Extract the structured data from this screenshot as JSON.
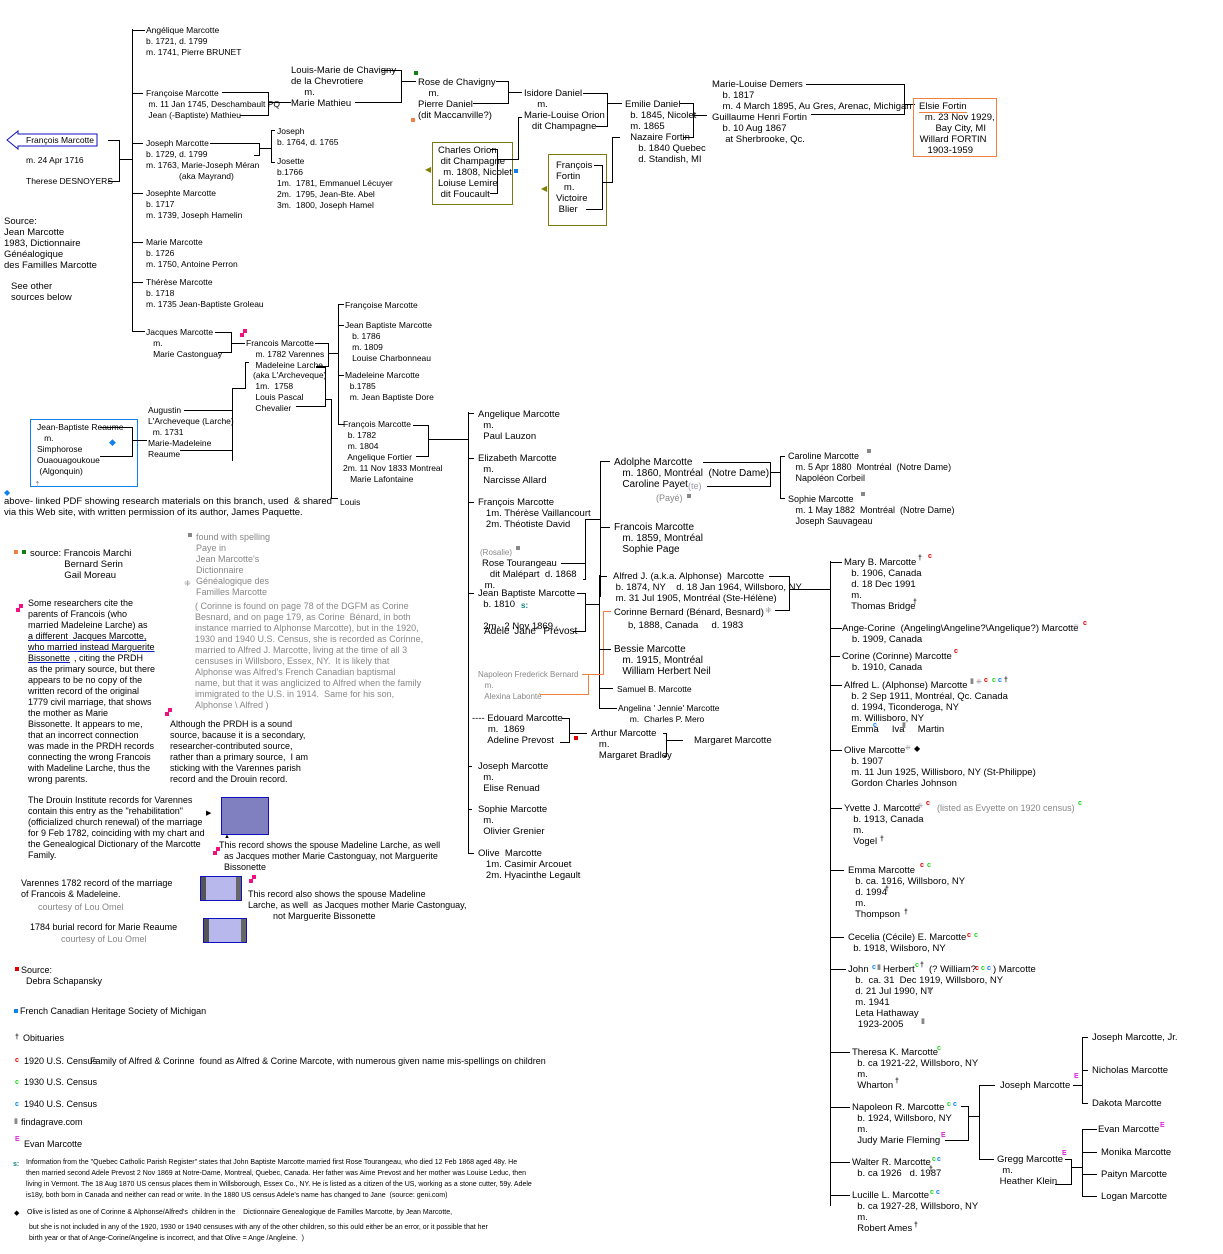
{
  "root": {
    "name": "François Marcotte",
    "marriage": "m. 24 Apr 1716",
    "spouse": "Therese DESNOYERS"
  },
  "source_main": "Source:\nJean Marcotte\n1983, Dictionnaire\nGénéalogique\ndes Familles Marcotte",
  "see_other": "See other\nsources below",
  "gen1": [
    "Angélique Marcotte\nb. 1721, d. 1799\nm. 1741, Pierre BRUNET",
    "Françoise Marcotte\n m. 11 Jan 1745, Deschambault PQ\n Jean (-Baptiste) Mathieu",
    "Joseph Marcotte\nb. 1729, d. 1799\nm. 1763, Marie-Joseph Méran\n              (aka Mayrand)",
    "Josephte Marcotte\nb. 1717\nm. 1739, Joseph Hamelin",
    "Marie Marcotte\nb. 1726\nm. 1750, Antoine Perron",
    "Thérèse Marcotte\nb. 1718\nm. 1735 Jean-Baptiste Groleau",
    "Jacques Marcotte\n   m.\n   Marie Castonguay"
  ],
  "joseph_children": [
    "Joseph\nb. 1764, d. 1765",
    "Josette\nb.1766\n1m.  1781, Emmanuel Lécuyer\n2m.  1795, Jean-Bte. Abel\n3m.  1800, Joseph Hamel"
  ],
  "chavigny": {
    "lm": "Louis-Marie de Chavigny\nde la Chevrotiere\n     m.\nMarie Mathieu",
    "rose": "Rose de Chavigny\n    m.\nPierre Daniel\n(dit Maccanville?)",
    "isidore": "Isidore Daniel\n     m.\nMarie-Louise Orion\n   dit Champagne",
    "charles": "Charles Orion\n dit Champagne\n  m. 1808, Nicolet\nLoiuse Lemire\n dit Foucault",
    "francois_fortin": "François\nFortin\n   m.\nVictoire\n Blier",
    "emilie": "Emilie Daniel\n  b. 1845, Nicolet\n  m. 1865\n  Nazaire Fortin\n     b. 1840 Quebec\n     d. Standish, MI",
    "demers": "Marie-Louise Demers\n    b. 1817\n    m. 4 March 1895, Au Gres, Arenac, Michigan\nGuillaume Henri Fortin\n    b. 10 Aug 1867\n     at Sherbrooke, Qc.",
    "elsie": "Elsie Fortin",
    "elsie_rest": "   m. 23 Nov 1929,\n       Bay City, MI\n Willard FORTIN\n    1903-1959"
  },
  "jacques_branch": {
    "francois": "Francois Marcotte\n    m. 1782 Varennes\n    Madeleine Larche",
    "madeleine_aka": "(aka L'Archeveque)\n 1m.  1758\n Louis Pascal\n Chevalier",
    "children": [
      "Françoise Marcotte",
      "Jean Baptiste Marcotte\n   b. 1786\n   m. 1809\n   Louise Charbonneau",
      "Madeleine Marcotte\n  b.1785\n  m. Jean Baptiste Dore",
      "François Marcotte\n  b. 1782\n  m. 1804\n  Angelique Fortier\n2m. 11 Nov 1833 Montreal\n   Marie Lafontaine",
      "Louis"
    ],
    "augustin": "Augustin\nL'Archeveque (Larche)\n  m. 1731\nMarie-Madeleine\nReaume",
    "jbr": "Jean-Baptiste Reaume\n   m.\nSimphorose\nOuaouagoukoue\n (Algonquin)",
    "pdf_note": "above- linked PDF showing research materials on this branch, used  & shared\nvia this Web site, with written permission of its author, James Paquette."
  },
  "gen_fa": [
    "Angelique Marcotte\n  m.\n  Paul Lauzon",
    "Elizabeth Marcotte\n  m.\n  Narcisse Allard",
    "François Marcotte\n   1m. Thérèse Vaillancourt\n   2m. Théotiste David",
    "Jean Baptiste Marcotte\n  b. 1810\n\n  2m.  2 Nov 1869",
    "Joseph Marcotte\n  m.\n  Elise Renuad",
    "Sophie Marcotte\n  m.\n  Olivier Grenier",
    "Olive  Marcotte\n   1m. Casimir Arcouet\n   2m. Hyacinthe Legault"
  ],
  "rosalie": "(Rosalie)",
  "rose_t": "Rose Tourangeau\n   dit Malépart  d. 1868\n m.",
  "adele": "Adèle 'Jane'  Prévost",
  "edouard": "---- Edouard Marcotte\n      m.  1869\n      Adeline Prevost",
  "arthur": "Arthur Marcotte\n   m.\n   Margaret Bradley",
  "margaret": "Margaret Marcotte",
  "adolphe": "Adolphe Marcotte\n   m. 1860, Montréal  (Notre Dame)\n   Caroline Payet",
  "payet_te": "(te)",
  "paye": "(Payé)",
  "francois59": "Francois Marcotte\n   m. 1859, Montréal\n   Sophie Page",
  "caroline": "Caroline Marcotte\n   m. 5 Apr 1880  Montréal  (Notre Dame)\n   Napoléon Corbeil",
  "sophie": "Sophie Marcotte\n   m. 1 May 1882  Montréal  (Notre Dame)\n   Joseph Sauvageau",
  "alfred": "Alfred J. (a.k.a. Alphonse)  Marcotte\n b. 1874, NY    d. 18 Jan 1964, Willsboro, NY\n m. 31 Jul 1905, Montréal (Ste-Hélène)",
  "corinne": "Corinne Bernard (Bénard, Besnard)",
  "corinne_b": "b, 1888, Canada     d. 1983",
  "bessie": "Bessie Marcotte\n   m. 1915, Montréal\n   William Herbert Neil",
  "samuel": "Samuel B. Marcotte",
  "angelina": "Angelina ' Jennie' Marcotte\n     m.  Charles P. Mero",
  "napoleon_fb": "Napoleon Frederick Bernard\n   m.\n   Alexina Labonté",
  "alfred_children": [
    "Mary B. Marcotte",
    "  b. 1906, Canada\n  d. 18 Dec 1991\n  m.\n  Thomas Bridge",
    "Ange-Corine  (Angeling\\Angeline?\\Angelique?) Marcotte",
    "   b. 1909, Canada",
    "Corine (Corinne) Marcotte",
    "   b. 1910, Canada",
    "Alfred L. (Alphonse) Marcotte",
    "  b. 2 Sep 1911, Montréal, Qc. Canada\n  d. 1994, Ticonderoga, NY\n  m. Willisboro, NY\n  Emma     Iva     Martin",
    "Olive Marcotte",
    "  b. 1907\n  m. 11 Jun 1925, Willisboro, NY (St-Philippe)\n  Gordon Charles Johnson",
    "Yvette J. Marcotte",
    "(listed as Evyette on 1920 census)",
    "  b. 1913, Canada\n  m.\n  Vogel",
    "Emma Marcotte",
    "  b. ca. 1916, Willsboro, NY\n  d. 1994\n  m.\n  Thompson",
    "Cecelia (Cécile) E. Marcotte",
    "  b. 1918, Wilsboro, NY",
    "John",
    "Herbert",
    "(? William?",
    ") Marcotte",
    "  b.  ca. 31  Dec 1919, Willsboro, NY\n  d. 21 Jul 1990, NY\n  m. 1941\n  Leta Hathaway\n   1923-2005",
    "Theresa K. Marcotte",
    "  b. ca 1921-22, Willsboro, NY\n  m.\n  Wharton",
    "Napoleon R. Marcotte",
    "  b. 1924, Willsboro, NY\n  m.\n  Judy Marie Fleming",
    "Walter R. Marcotte",
    "  b. ca 1926   d. 1987",
    "Lucille L. Marcotte",
    "  b. ca 1927-28, Willsboro, NY\n  m.\n  Robert Ames"
  ],
  "napoleon_children": {
    "joseph": "Joseph Marcotte",
    "gregg": "Gregg Marcotte\n  m.\n Heather Klein",
    "joseph_kids": [
      "Joseph Marcotte, Jr.",
      "Nicholas Marcotte",
      "Dakota Marcotte"
    ],
    "gregg_kids": [
      "Evan Marcotte",
      "Monika Marcotte",
      "Paityn Marcotte",
      "Logan Marcotte"
    ]
  },
  "notes": {
    "marchi": "source: Francois Marchi\n             Bernard Serin\n             Gail Moreau",
    "some_pre": "Some researchers cite the\nparents of Francois (who\nmarried Madeleine Larche) as",
    "some_link": "a different  Jacques Marcotte,\nwho married instead Marguerite\nBissonette",
    "some_post": ", citing the PRDH\nas the primary source, but there\nappears to be no copy of the\nwritten record of the original\n1779 civil marriage, that shows\nthe mother as Marie\nBissonette. It appears to me,\nthat an incorrect connection\nwas made in the PRDH records\nconnecting the wrong Francois\nwith Madeline Larche, thus the\nwrong parents.",
    "paye": "found with spelling\nPaye in\nJean Marcotte's\nDictionnaire\nGénéalogique des\nFamilles Marcotte",
    "corinne": "( Corinne is found on page 78 of the DGFM as Corine\nBesnard, and on page 179, as Corine  Bénard, in both\ninstance married to Alphonse Marcotte), but in the 1920,\n1930 and 1940 U.S. Census, she is recorded as Corinne,\nmarried to Alfred J. Marcotte, living at the time of all 3\ncensuses in Willsboro, Essex, NY.  It is likely that\nAlphonse was Alfred's French Canadian baptismal\nname, but that it was anglicized to Alfred when the family\nimmigrated to the U.S. in 1914.  Same for his son,\nAlphonse \\ Alfred )",
    "prdh": "Although the PRDH is a sound\nsource, bacause it is a secondary,\nresearcher-contributed source,\nrather than a primary source,  I am\nsticking with the Varennes parish\nrecord and the Drouin record.",
    "drouin": "The Drouin Institute records for Varennes\ncontain this entry as the \"rehabilitation\"\n(officialized church renewal) of the marriage\nfor 9 Feb 1782, coinciding with my chart and\nthe Genealogical Dictionary of the Marcotte\nFamily.",
    "rec1": "This record shows the spouse Madeline Larche, as well\n  as Jacques mother Marie Castonguay, not Marguerite\n  Bissonette",
    "varennes": "Varennes 1782 record of the marriage\nof Francois & Madeleine.",
    "courtesy": "courtesy of Lou Omel",
    "rec2": "This record also shows the spouse Madeline\nLarche, as well  as Jacques mother Marie Castonguay,\n          not Marguerite Bissonette",
    "burial": "1784 burial record for Marie Reaume",
    "debra": "Source:\n  Debra Schapansky",
    "fchs": "French Canadian Heritage Society of Michigan",
    "obit": "Obituaries",
    "c1920": "1920 U.S. Census",
    "c1920_note": "Family of Alfred & Corinne  found as Alfred & Corine Marcote, with numerous given name mis-spellings on children",
    "c1930": "1930 U.S. Census",
    "c1940": "1940 U.S. Census",
    "fag": "findagrave.com",
    "evan": "Evan Marcotte",
    "quebec": "Information from the \"Quebec Catholic Parish Register\" states that John Baptiste Marcotte married first Rose Tourangeau, who died 12 Feb 1868 aged 48y. He\nthen married second Adele Prevost 2 Nov 1869 at Notre-Dame, Montreal, Quebec, Canada. Her father was Aime Prevost and her mother was Louise Leduc, then\nliving in Vermont. The 18 Aug 1870 US census places them in Willsborough, Essex Co., NY. He is listed as a citizen of the US, working as a stone cutter, 59y. Adele\nis18y, both born in Canada and neither can read or write. In the 1880 US census Adele's name has changed to Jane  (source: geni.com)",
    "olive1": "Olive is listed as one of Corinne & Alphonse/Alfred's  children in the    Dictionnaire Genealogique de Familles Marcotte, by Jean Marcotte,",
    "olive2": "but she is not included in any of the 1920, 1930 or 1940 censuses with any of the other children, so this ould either be an error, or it possible that her\nbirth year or that of Ange-Corine/Angeline is incorrect, and that Olive = Ange /Angleine.  )"
  },
  "colors": {
    "c1920": "#e00000",
    "c1930": "#20d020",
    "c1940": "#1080f0",
    "evan": "#e020e0",
    "source_pink": "#f01080",
    "marchi_orange": "#f08040",
    "marchi_green": "#108010",
    "fchs_blue": "#1080f0",
    "debra_red": "#e00000"
  },
  "census_glyph": "c",
  "evan_glyph": "E",
  "obit_glyph": "†"
}
